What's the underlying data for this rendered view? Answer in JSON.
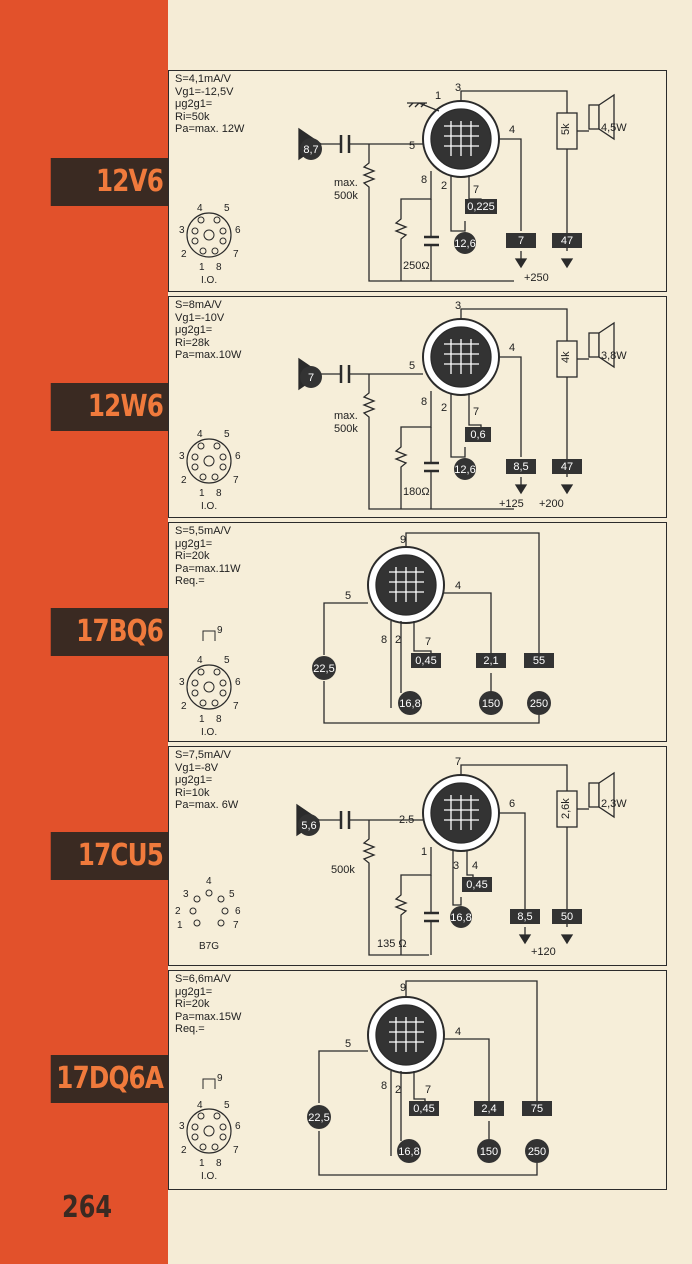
{
  "page_number": "264",
  "colors": {
    "stripe": "#e2512b",
    "label_bg": "#3a2a22",
    "label_text": "#f07a3c",
    "paper": "#f5ecd6",
    "ink": "#2b2b2b"
  },
  "tubes": [
    {
      "name": "12V6",
      "specs": [
        "S=4,1mA/V",
        "Vg1=-12,5V",
        "μg2g1=",
        "Ri=50k",
        "Pa=max. 12W"
      ],
      "drive": "8,7",
      "grid_resistor": [
        "max.",
        "500k"
      ],
      "cathode_resistor": "250Ω",
      "load": "5k",
      "speaker": "4,5W",
      "pins": {
        "top": "3",
        "g1": "5",
        "plate": "4",
        "k": "8",
        "h1": "2",
        "h2": "7",
        "g3": "1"
      },
      "values": {
        "ia": "7",
        "ig2": "47",
        "heater_i": "0,225",
        "heater_v": "12,6"
      },
      "supply": "+250",
      "socket": {
        "pins": [
          "1",
          "2",
          "3",
          "4",
          "5",
          "6",
          "7",
          "8"
        ],
        "type": "I.O."
      }
    },
    {
      "name": "12W6",
      "specs": [
        "S=8mA/V",
        "Vg1=-10V",
        "μg2g1=",
        "Ri=28k",
        "Pa=max.10W"
      ],
      "drive": "7",
      "grid_resistor": [
        "max.",
        "500k"
      ],
      "cathode_resistor": "180Ω",
      "load": "4k",
      "speaker": "3,8W",
      "pins": {
        "top": "3",
        "g1": "5",
        "plate": "4",
        "k": "8",
        "h1": "2",
        "h2": "7"
      },
      "values": {
        "ia": "8,5",
        "ig2": "47",
        "heater_i": "0,6",
        "heater_v": "12,6"
      },
      "supply_a": "+125",
      "supply_b": "+200",
      "socket": {
        "pins": [
          "1",
          "2",
          "3",
          "4",
          "5",
          "6",
          "7",
          "8"
        ],
        "type": "I.O."
      }
    },
    {
      "name": "17BQ6",
      "specs": [
        "S=5,5mA/V",
        "μg2g1=",
        "Ri=20k",
        "Pa=max.11W",
        "Req.="
      ],
      "pins": {
        "top": "9",
        "g1": "5",
        "plate": "4",
        "k": "8",
        "h1": "2",
        "h2": "7"
      },
      "values": {
        "heater_i": "0,45",
        "ia": "2,1",
        "ig2": "55",
        "bias": "22,5",
        "heater_v": "16,8",
        "va": "150",
        "vg2": "250"
      },
      "socket": {
        "pins": [
          "1",
          "2",
          "3",
          "4",
          "5",
          "6",
          "7",
          "8"
        ],
        "cap": "9",
        "type": "I.O."
      }
    },
    {
      "name": "17CU5",
      "specs": [
        "S=7,5mA/V",
        "Vg1=-8V",
        "μg2g1=",
        "Ri=10k",
        "Pa=max. 6W"
      ],
      "drive": "5,6",
      "grid_resistor": [
        "500k"
      ],
      "cathode_resistor": "135 Ω",
      "load": "2,6k",
      "speaker": "2,3W",
      "pins": {
        "top": "7",
        "g1": "2.5",
        "plate": "6",
        "k": "1",
        "h1": "3",
        "h2": "4"
      },
      "values": {
        "ia": "8,5",
        "ig2": "50",
        "heater_i": "0,45",
        "heater_v": "16,8"
      },
      "supply": "+120",
      "socket": {
        "pins": [
          "1",
          "2",
          "3",
          "4",
          "5",
          "6",
          "7"
        ],
        "type": "B7G"
      }
    },
    {
      "name": "17DQ6A",
      "specs": [
        "S=6,6mA/V",
        "μg2g1=",
        "Ri=20k",
        "Pa=max.15W",
        "Req.="
      ],
      "pins": {
        "top": "9",
        "g1": "5",
        "plate": "4",
        "k": "8",
        "h1": "2",
        "h2": "7"
      },
      "values": {
        "heater_i": "0,45",
        "ia": "2,4",
        "ig2": "75",
        "bias": "22,5",
        "heater_v": "16,8",
        "va": "150",
        "vg2": "250"
      },
      "socket": {
        "pins": [
          "1",
          "2",
          "3",
          "4",
          "5",
          "6",
          "7",
          "8"
        ],
        "cap": "9",
        "type": "I.O."
      }
    }
  ]
}
